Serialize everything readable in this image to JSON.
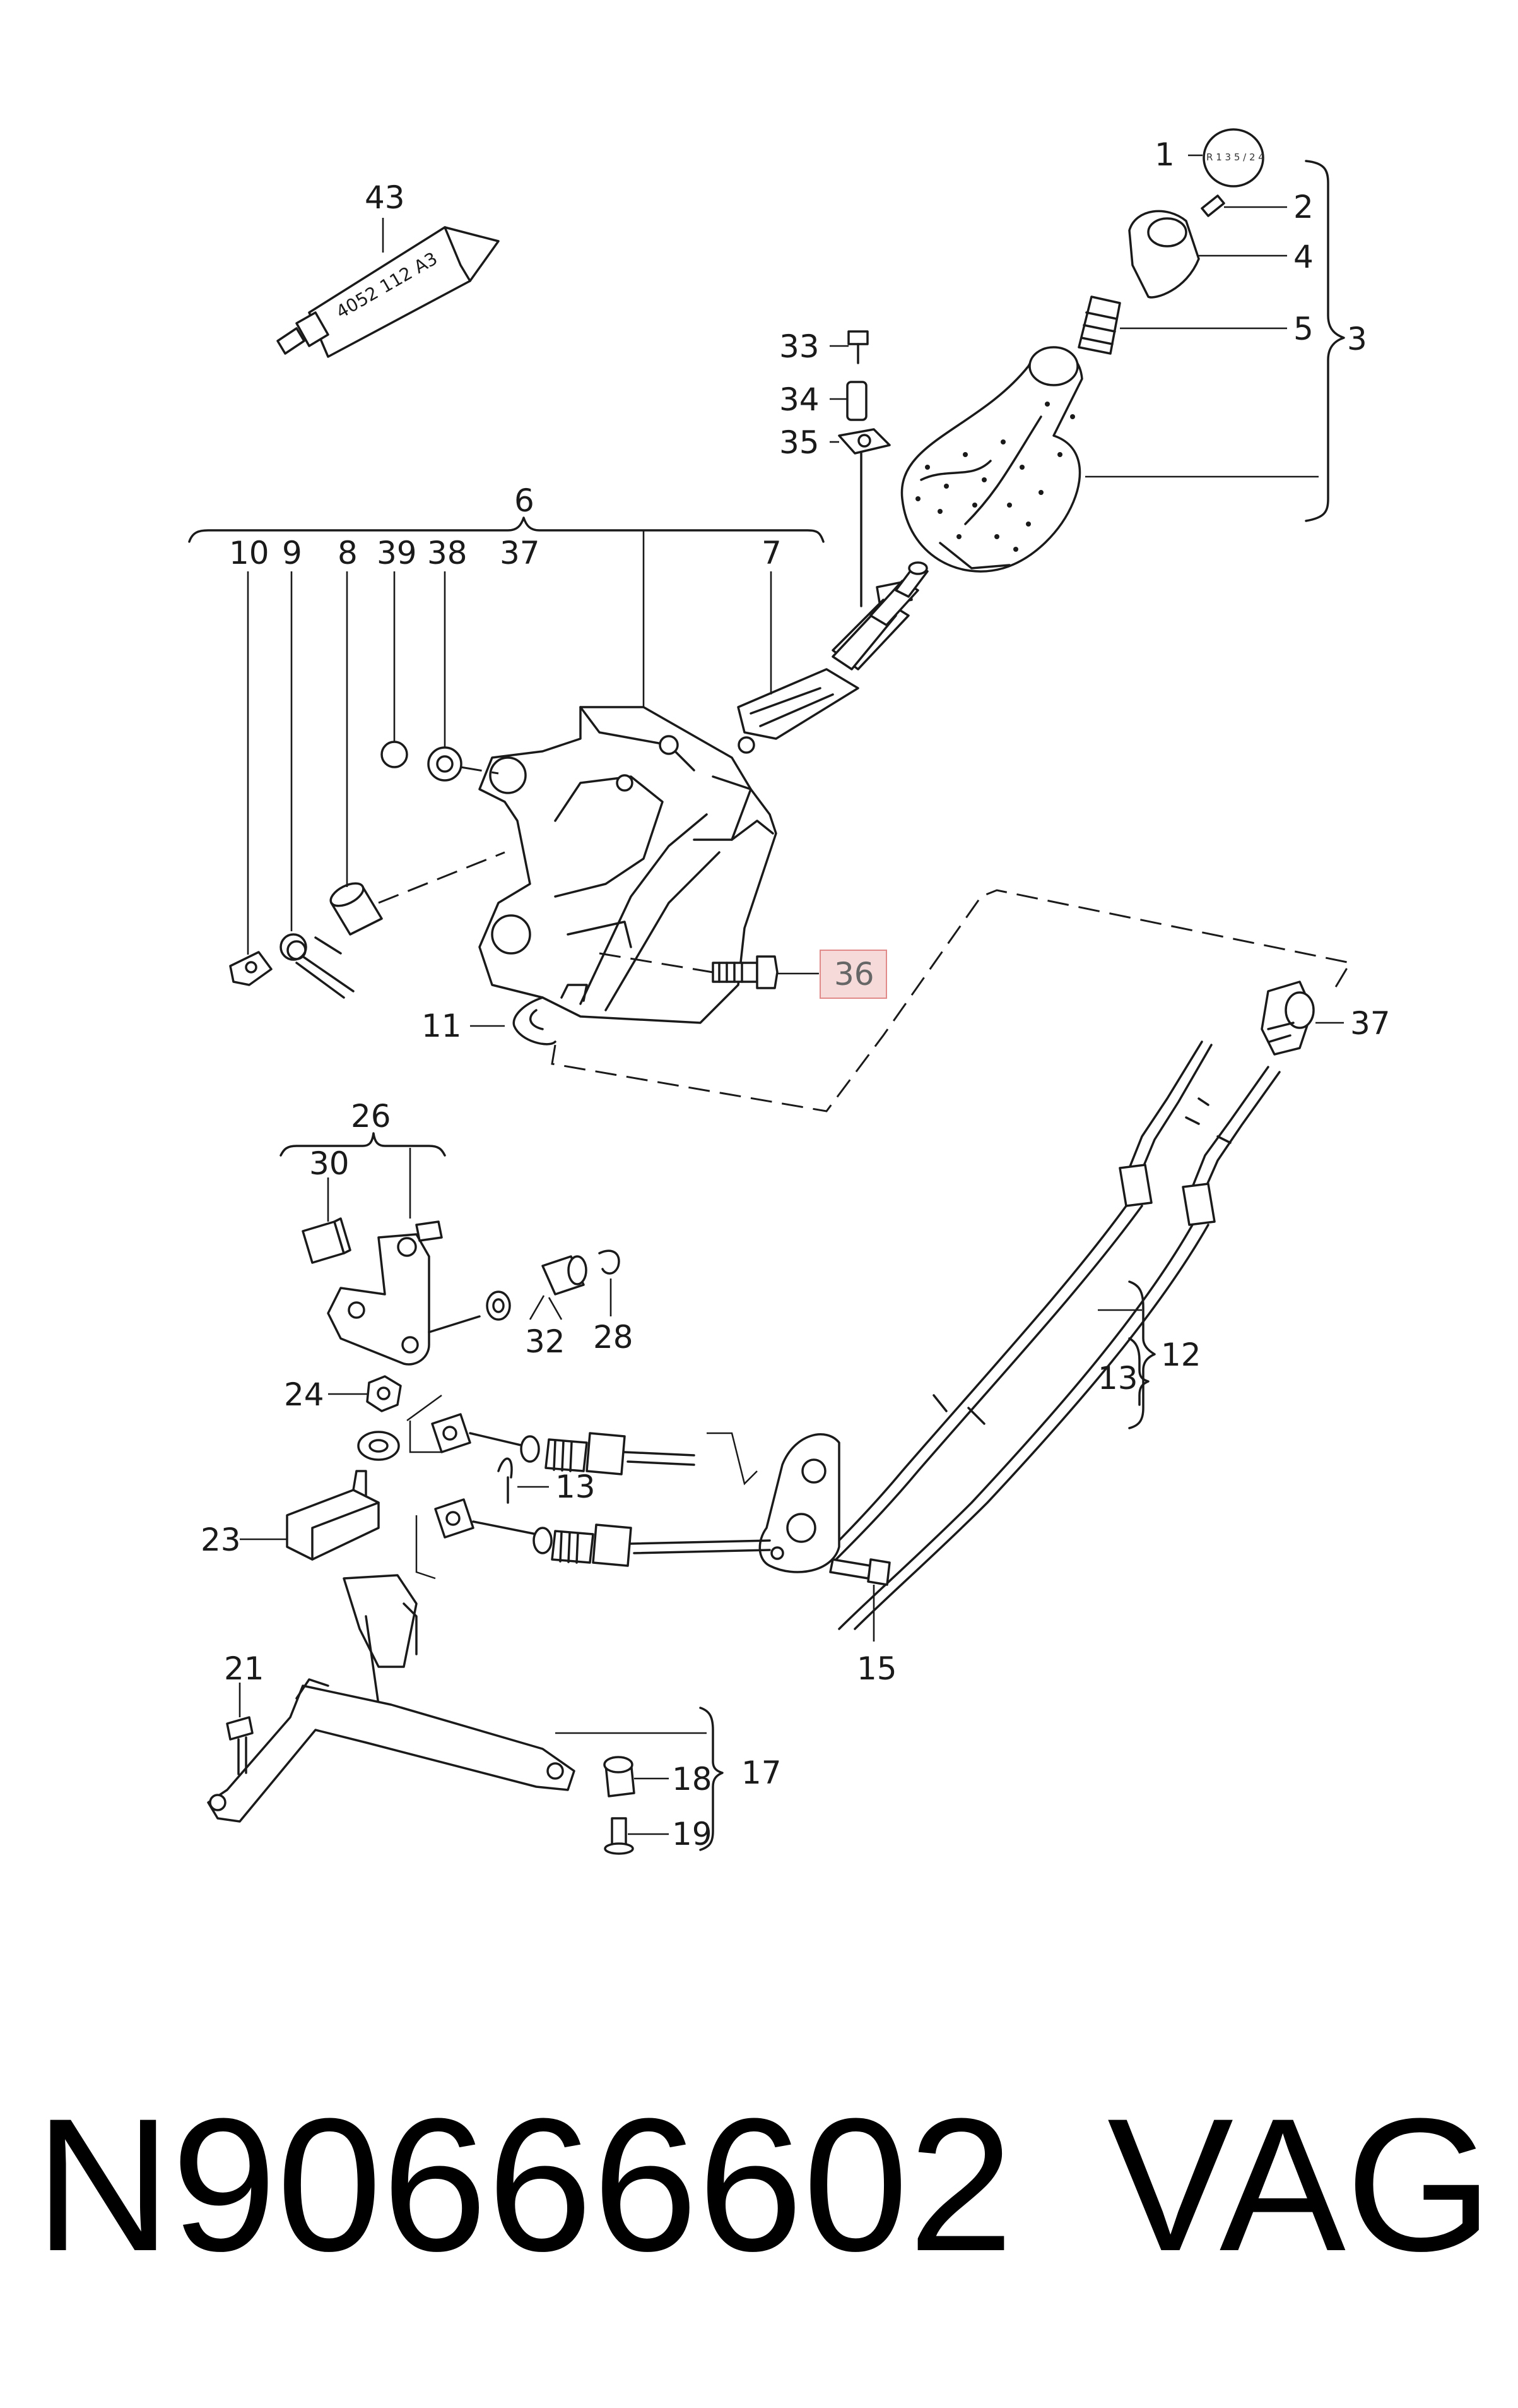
{
  "diagram": {
    "callouts": {
      "c1": "1",
      "c2": "2",
      "c3": "3",
      "c4": "4",
      "c5": "5",
      "c6": "6",
      "c7": "7",
      "c8": "8",
      "c9": "9",
      "c10": "10",
      "c11": "11",
      "c12": "12",
      "c13a": "13",
      "c13b": "13",
      "c15": "15",
      "c17": "17",
      "c18": "18",
      "c19": "19",
      "c21": "21",
      "c23": "23",
      "c24": "24",
      "c26": "26",
      "c28": "28",
      "c30": "30",
      "c32": "32",
      "c33": "33",
      "c34": "34",
      "c35": "35",
      "c36": "36",
      "c37a": "37",
      "c37b": "37",
      "c38": "38",
      "c39": "39",
      "c43": "43"
    },
    "tube_label": "4052 112 A3",
    "knob_pattern": "R 1 3 5 / 2 4",
    "highlighted_callout": "36",
    "highlight_color": "#f6dada",
    "highlight_border_color": "#e08a8a"
  },
  "footer": {
    "part_number": "N90666602",
    "brand": "VAG"
  }
}
